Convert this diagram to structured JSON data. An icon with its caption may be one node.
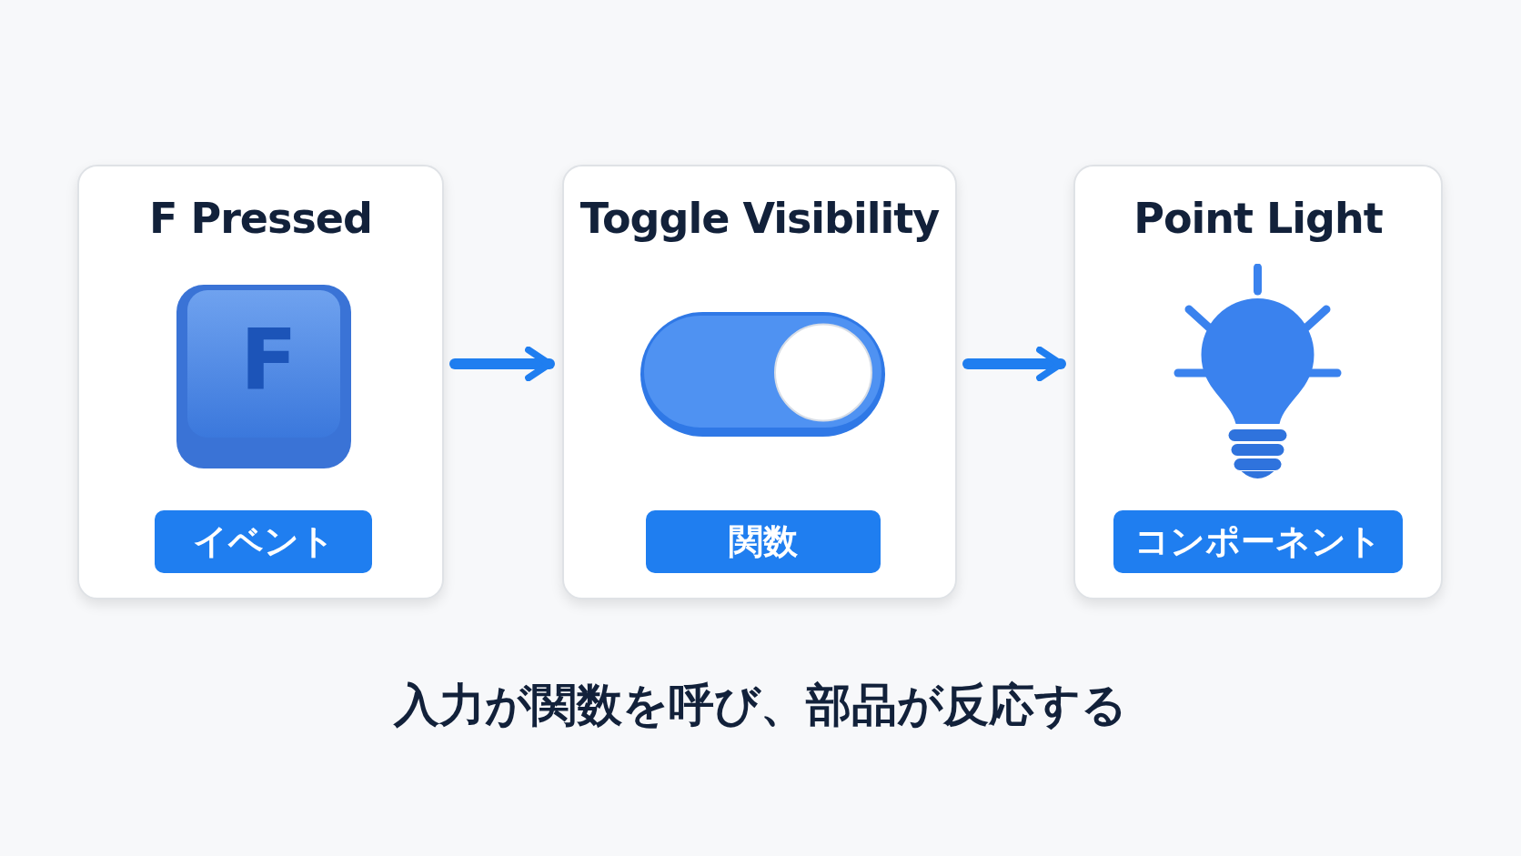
{
  "diagram": {
    "caption": "入力が関数を呼び、部品が反応する",
    "nodes": [
      {
        "text": [
          "F Pressed",
          "イベント"
        ]
      },
      {
        "text": [
          "Toggle Visibility",
          "関数"
        ]
      },
      {
        "text": [
          "Point Light",
          "コンポーネント"
        ]
      }
    ],
    "edges": [
      {
        "from": 0,
        "to": 1,
        "arrow": "to"
      },
      {
        "from": 1,
        "to": 2,
        "arrow": "to"
      }
    ],
    "labels": [
      "F"
    ]
  }
}
